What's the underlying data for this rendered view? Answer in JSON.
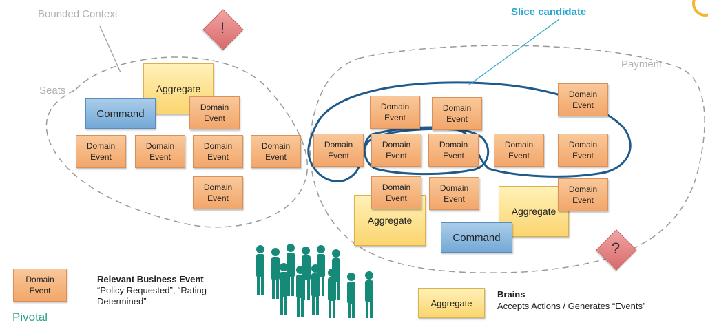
{
  "labels": {
    "bounded_context": "Bounded Context",
    "slice_candidate": "Slice candidate",
    "seats": "Seats",
    "payment": "Payment",
    "pivotal": "Pivotal"
  },
  "markers": {
    "warning": "!",
    "question": "?"
  },
  "stickies": {
    "domain_event": "Domain\nEvent",
    "aggregate": "Aggregate",
    "command": "Command"
  },
  "legend": {
    "event_title": "Relevant Business Event",
    "event_desc": "“Policy Requested”, “Rating Determined”",
    "event_sticky": "Domain\nEvent",
    "agg_title": "Brains",
    "agg_desc": "Accepts Actions / Generates “Events”",
    "agg_sticky": "Aggregate"
  },
  "colors": {
    "slice_outline": "#1e5a8c",
    "slice_label": "#2aa6cf",
    "pivotal": "#2aa08a",
    "people": "#168a78"
  },
  "icons": [
    "people-group-icon"
  ]
}
